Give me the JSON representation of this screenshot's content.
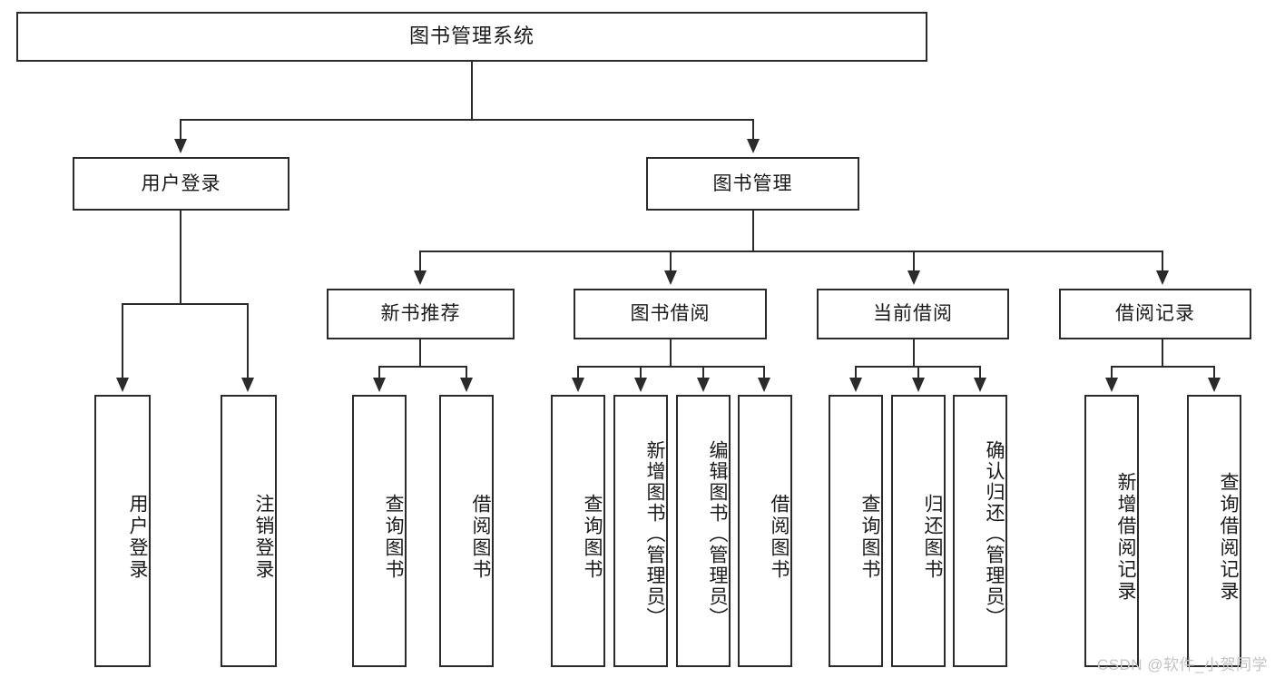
{
  "diagram": {
    "title": "图书管理系统",
    "watermark": "CSDN @软件_小贺同学",
    "colors": {
      "box_border": "#2b2b2b",
      "box_fill": "#ffffff",
      "text": "#1a1a1a",
      "connector": "#2b2b2b",
      "watermark": "#c3c3c3",
      "background": "#ffffff"
    }
  },
  "chart_data": {
    "type": "diagram",
    "subtype": "tree-hierarchy",
    "title": "图书管理系统",
    "orientation": "top-down",
    "levels": 4,
    "node_count": 20,
    "nodes": [
      {
        "id": "root",
        "label": "图书管理系统",
        "level": 0,
        "parent": null
      },
      {
        "id": "login",
        "label": "用户登录",
        "level": 1,
        "parent": "root"
      },
      {
        "id": "bookmgmt",
        "label": "图书管理",
        "level": 1,
        "parent": "root"
      },
      {
        "id": "newbook",
        "label": "新书推荐",
        "level": 2,
        "parent": "bookmgmt"
      },
      {
        "id": "borrow",
        "label": "图书借阅",
        "level": 2,
        "parent": "bookmgmt"
      },
      {
        "id": "current",
        "label": "当前借阅",
        "level": 2,
        "parent": "bookmgmt"
      },
      {
        "id": "records",
        "label": "借阅记录",
        "level": 2,
        "parent": "bookmgmt"
      },
      {
        "id": "leaf_login_1",
        "label": "用户登录",
        "level": 3,
        "parent": "login"
      },
      {
        "id": "leaf_login_2",
        "label": "注销登录",
        "level": 3,
        "parent": "login"
      },
      {
        "id": "leaf_new_1",
        "label": "查询图书",
        "level": 3,
        "parent": "newbook"
      },
      {
        "id": "leaf_new_2",
        "label": "借阅图书",
        "level": 3,
        "parent": "newbook"
      },
      {
        "id": "leaf_bor_1",
        "label": "查询图书",
        "level": 3,
        "parent": "borrow"
      },
      {
        "id": "leaf_bor_2",
        "label": "新增图书（管理员）",
        "level": 3,
        "parent": "borrow"
      },
      {
        "id": "leaf_bor_3",
        "label": "编辑图书（管理员）",
        "level": 3,
        "parent": "borrow"
      },
      {
        "id": "leaf_bor_4",
        "label": "借阅图书",
        "level": 3,
        "parent": "borrow"
      },
      {
        "id": "leaf_cur_1",
        "label": "查询图书",
        "level": 3,
        "parent": "current"
      },
      {
        "id": "leaf_cur_2",
        "label": "归还图书",
        "level": 3,
        "parent": "current"
      },
      {
        "id": "leaf_cur_3",
        "label": "确认归还（管理员）",
        "level": 3,
        "parent": "current"
      },
      {
        "id": "leaf_rec_1",
        "label": "新增借阅记录",
        "level": 3,
        "parent": "records"
      },
      {
        "id": "leaf_rec_2",
        "label": "查询借阅记录",
        "level": 3,
        "parent": "records"
      }
    ],
    "edges": [
      {
        "from": "root",
        "to": "login",
        "arrow": true
      },
      {
        "from": "root",
        "to": "bookmgmt",
        "arrow": true
      },
      {
        "from": "login",
        "to": "leaf_login_1",
        "arrow": true
      },
      {
        "from": "login",
        "to": "leaf_login_2",
        "arrow": true
      },
      {
        "from": "bookmgmt",
        "to": "newbook",
        "arrow": true
      },
      {
        "from": "bookmgmt",
        "to": "borrow",
        "arrow": true
      },
      {
        "from": "bookmgmt",
        "to": "current",
        "arrow": true
      },
      {
        "from": "bookmgmt",
        "to": "records",
        "arrow": true
      },
      {
        "from": "newbook",
        "to": "leaf_new_1",
        "arrow": true
      },
      {
        "from": "newbook",
        "to": "leaf_new_2",
        "arrow": true
      },
      {
        "from": "borrow",
        "to": "leaf_bor_1",
        "arrow": true
      },
      {
        "from": "borrow",
        "to": "leaf_bor_2",
        "arrow": true
      },
      {
        "from": "borrow",
        "to": "leaf_bor_3",
        "arrow": true
      },
      {
        "from": "borrow",
        "to": "leaf_bor_4",
        "arrow": true
      },
      {
        "from": "current",
        "to": "leaf_cur_1",
        "arrow": true
      },
      {
        "from": "current",
        "to": "leaf_cur_2",
        "arrow": true
      },
      {
        "from": "current",
        "to": "leaf_cur_3",
        "arrow": true
      },
      {
        "from": "records",
        "to": "leaf_rec_1",
        "arrow": true
      },
      {
        "from": "records",
        "to": "leaf_rec_2",
        "arrow": true
      }
    ]
  }
}
